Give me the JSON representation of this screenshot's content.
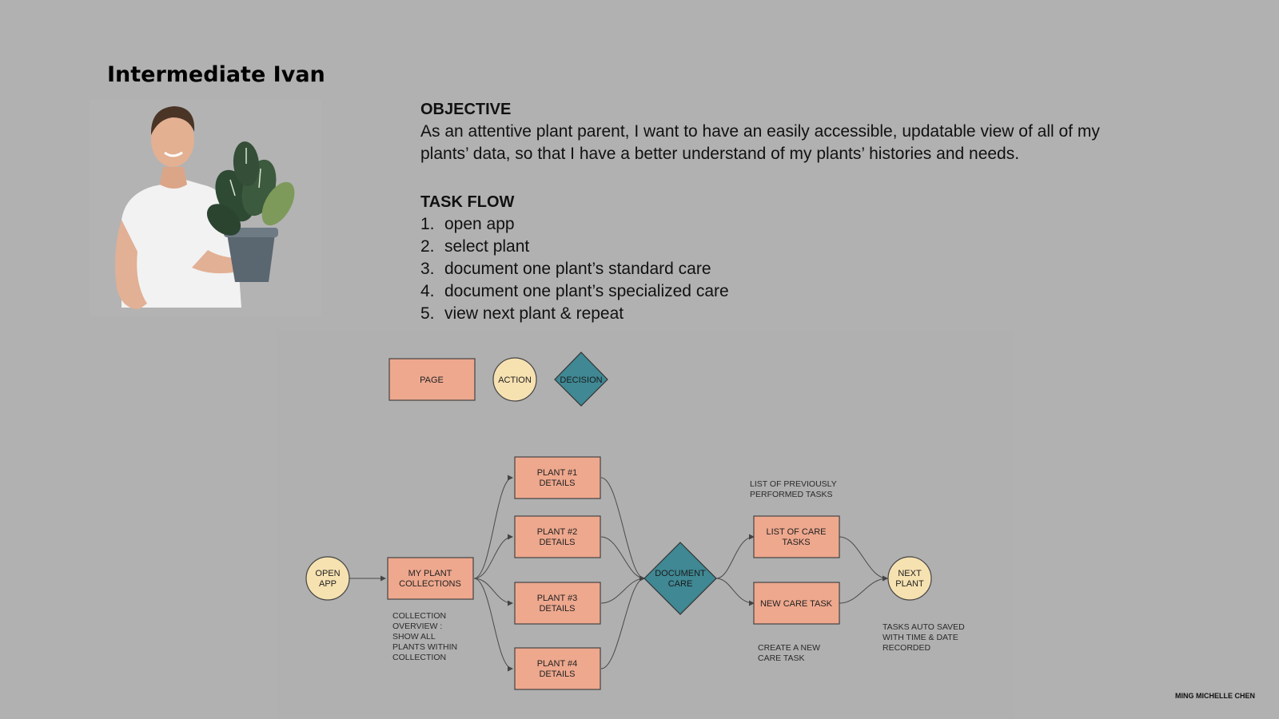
{
  "persona": {
    "name": "Intermediate Ivan"
  },
  "objective": {
    "heading": "OBJECTIVE",
    "line1": "As an attentive plant parent, I want to have an easily accessible, updatable view of all of my",
    "line2": "plants’ data, so that I have a better understand of my plants’ histories and needs."
  },
  "task_flow": {
    "heading": "TASK FLOW",
    "steps": [
      {
        "num": "1.",
        "text": "open app"
      },
      {
        "num": "2.",
        "text": "select plant"
      },
      {
        "num": "3.",
        "text": "document one plant’s standard care"
      },
      {
        "num": "4.",
        "text": "document one plant’s specialized care"
      },
      {
        "num": "5.",
        "text": "view next plant & repeat"
      }
    ]
  },
  "legend": {
    "page": "PAGE",
    "action": "ACTION",
    "decision": "DECISION"
  },
  "flow": {
    "open_app": [
      "OPEN",
      "APP"
    ],
    "my_plant_collections": [
      "MY PLANT",
      "COLLECTIONS"
    ],
    "plant1": [
      "PLANT #1",
      "DETAILS"
    ],
    "plant2": [
      "PLANT #2",
      "DETAILS"
    ],
    "plant3": [
      "PLANT #3",
      "DETAILS"
    ],
    "plant4": [
      "PLANT #4",
      "DETAILS"
    ],
    "document_care": [
      "DOCUMENT",
      "CARE"
    ],
    "list_of_care_tasks": [
      "LIST OF CARE",
      "TASKS"
    ],
    "new_care_task": "NEW CARE TASK",
    "next_plant": [
      "NEXT",
      "PLANT"
    ]
  },
  "annotations": {
    "collection": [
      "COLLECTION",
      "OVERVIEW :",
      "SHOW ALL",
      "PLANTS WITHIN",
      "COLLECTION"
    ],
    "previous_tasks": [
      "LIST OF PREVIOUSLY",
      "PERFORMED TASKS"
    ],
    "create_task": [
      "CREATE A NEW",
      "CARE TASK"
    ],
    "auto_saved": [
      "TASKS AUTO SAVED",
      "WITH TIME & DATE",
      "RECORDED"
    ]
  },
  "colors": {
    "background": "#b1b1b1",
    "page_fill": "#eea88e",
    "action_fill": "#f6e1b1",
    "decision_fill": "#3f8894",
    "stroke": "#444444"
  },
  "credit": "MING MICHELLE CHEN"
}
